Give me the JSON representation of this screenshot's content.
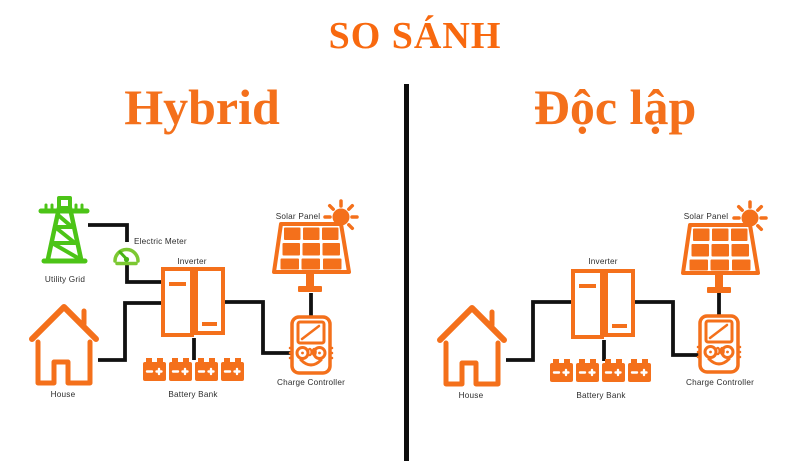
{
  "title": "SO SÁNH",
  "panels": {
    "left": {
      "header": "Hybrid",
      "labels": {
        "utility_grid": "Utility Grid",
        "electric_meter": "Electric Meter",
        "inverter": "Inverter",
        "solar_panel": "Solar Panel",
        "house": "House",
        "battery_bank": "Battery Bank",
        "charge_controller": "Charge Controller"
      }
    },
    "right": {
      "header": "Độc lập",
      "labels": {
        "inverter": "Inverter",
        "solar_panel": "Solar Panel",
        "house": "House",
        "battery_bank": "Battery Bank",
        "charge_controller": "Charge Controller"
      }
    }
  },
  "icons": {
    "utility_grid": "transmission-tower-icon",
    "electric_meter": "gauge-icon",
    "house": "house-icon",
    "inverter": "inverter-icon",
    "battery": "battery-icon",
    "solar_panel": "solar-panel-icon",
    "sun": "sun-icon",
    "charge_controller": "charge-controller-icon"
  },
  "colors": {
    "icon_orange": "#F4701B",
    "text_orange": "#F8690F",
    "tower_green": "#4CC417",
    "meter_green": "#7CC832",
    "wire_black": "#111111",
    "label_gray": "#2D2D2D"
  }
}
